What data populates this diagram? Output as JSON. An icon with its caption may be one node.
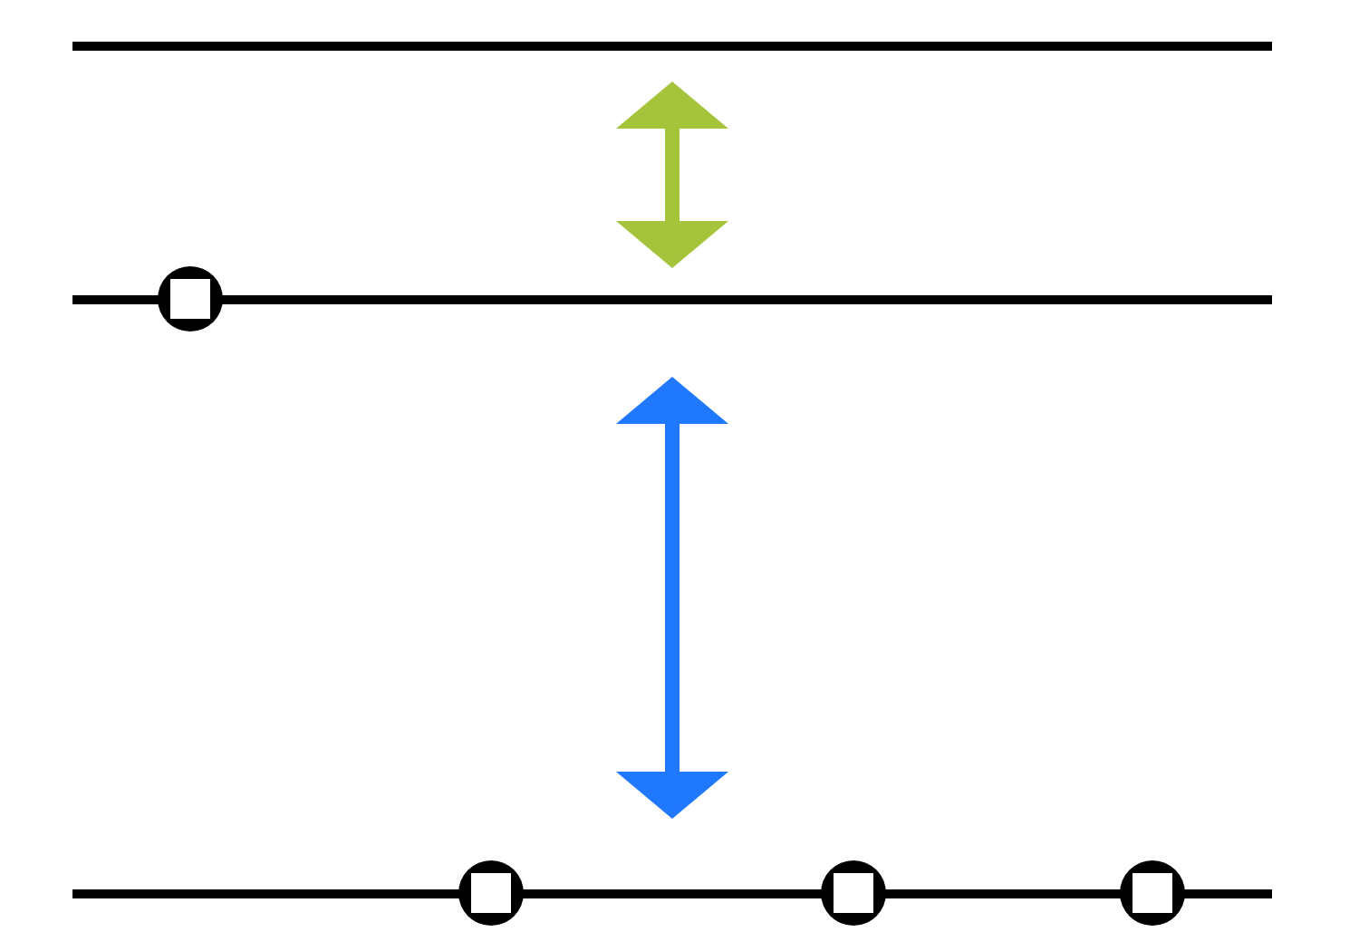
{
  "diagram": {
    "nodes": [
      {
        "text": [],
        "shape": "bar"
      },
      {
        "text": [],
        "shape": "bar"
      },
      {
        "text": [],
        "shape": "circle"
      },
      {
        "text": [],
        "shape": "bar"
      },
      {
        "text": [],
        "shape": "circle"
      },
      {
        "text": [],
        "shape": "circle"
      },
      {
        "text": [],
        "shape": "circle"
      }
    ],
    "edges": [
      {
        "from": 0,
        "to": 1,
        "arrow": "both",
        "color": "#a5c43b"
      },
      {
        "from": 1,
        "to": 3,
        "arrow": "both",
        "color": "#1f78fe"
      }
    ]
  }
}
